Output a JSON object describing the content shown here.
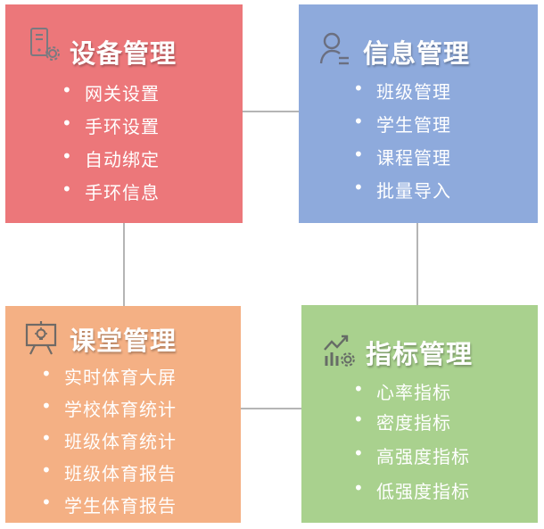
{
  "cards": [
    {
      "title": "设备管理",
      "icon": "device-settings-icon",
      "color": "#ec777a",
      "items": [
        "网关设置",
        "手环设置",
        "自动绑定",
        "手环信息"
      ]
    },
    {
      "title": "信息管理",
      "icon": "user-info-icon",
      "color": "#8eaadc",
      "items": [
        "班级管理",
        "学生管理",
        "课程管理",
        "批量导入"
      ]
    },
    {
      "title": "课堂管理",
      "icon": "presentation-icon",
      "color": "#f4b084",
      "items": [
        "实时体育大屏",
        "学校体育统计",
        "班级体育统计",
        "班级体育报告",
        "学生体育报告"
      ]
    },
    {
      "title": "指标管理",
      "icon": "chart-settings-icon",
      "color": "#a9d18e",
      "items": [
        "心率指标",
        "密度指标",
        "高强度指标",
        "低强度指标"
      ]
    }
  ]
}
